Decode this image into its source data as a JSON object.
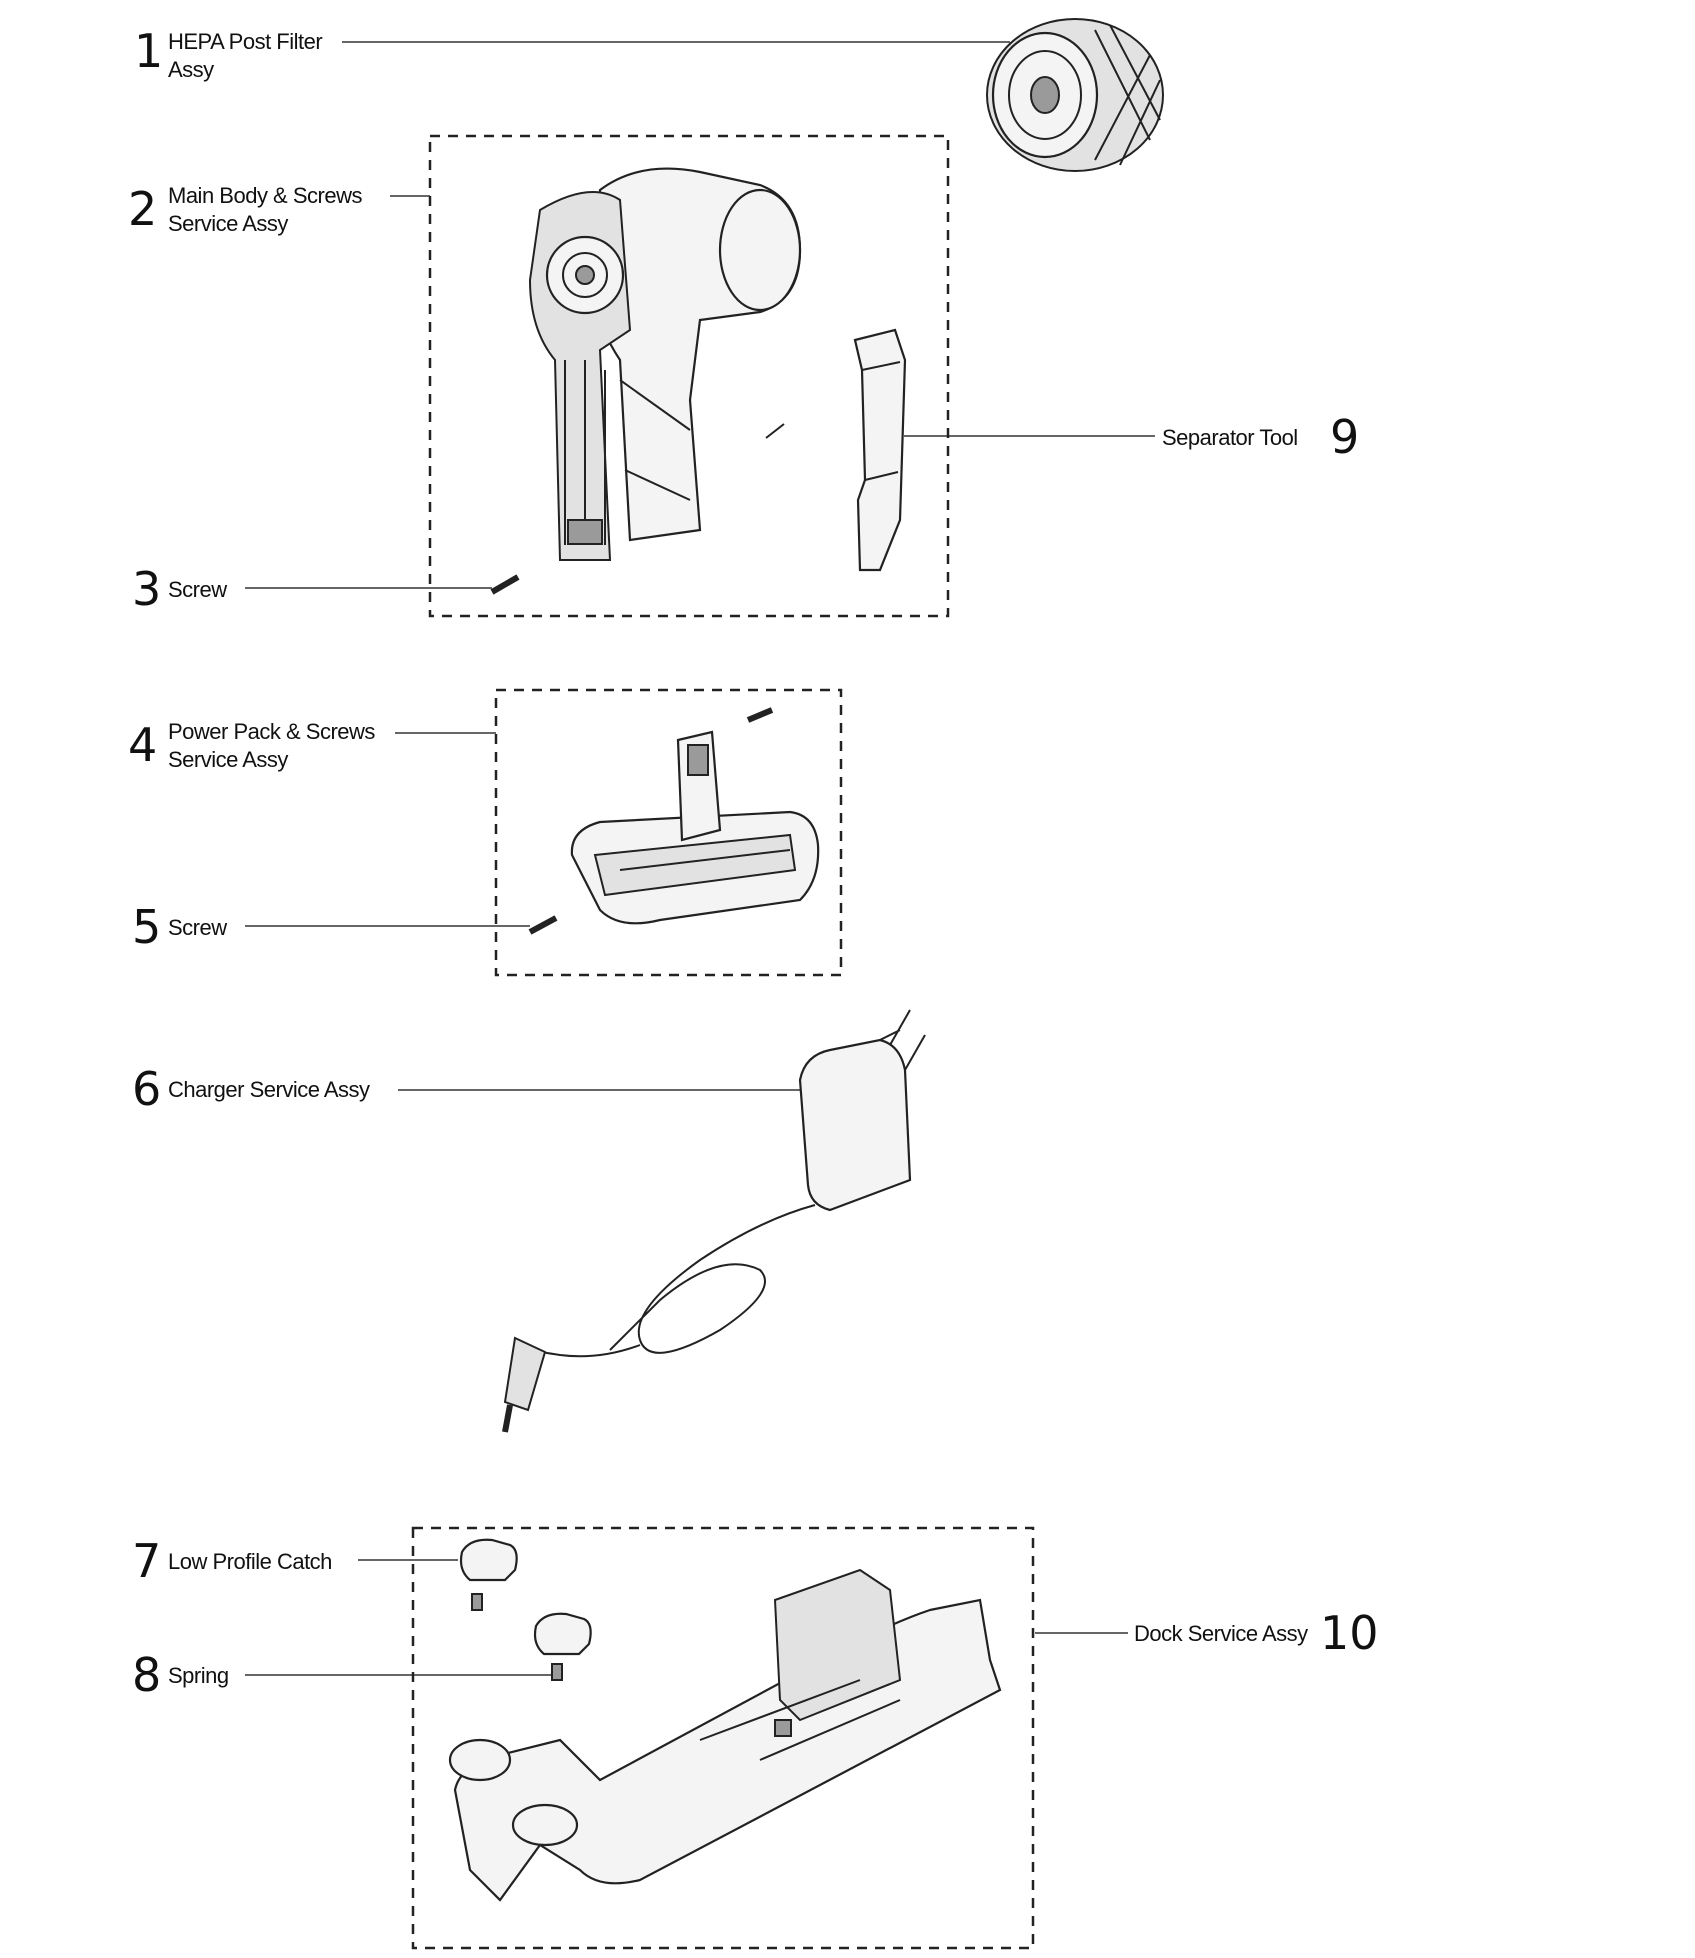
{
  "parts": [
    {
      "num": "1",
      "label_line1": "HEPA Post Filter",
      "label_line2": "Assy"
    },
    {
      "num": "2",
      "label_line1": "Main Body & Screws",
      "label_line2": "Service Assy"
    },
    {
      "num": "3",
      "label_line1": "Screw"
    },
    {
      "num": "4",
      "label_line1": "Power Pack & Screws",
      "label_line2": "Service Assy"
    },
    {
      "num": "5",
      "label_line1": "Screw"
    },
    {
      "num": "6",
      "label_line1": "Charger Service Assy"
    },
    {
      "num": "7",
      "label_line1": "Low Profile Catch"
    },
    {
      "num": "8",
      "label_line1": "Spring"
    },
    {
      "num": "9",
      "label_line1": "Separator Tool"
    },
    {
      "num": "10",
      "label_line1": "Dock Service Assy"
    }
  ],
  "colors": {
    "ink": "#222222",
    "part_fill": "#f4f4f4",
    "shade": "#9a9a9a",
    "background": "#ffffff"
  }
}
